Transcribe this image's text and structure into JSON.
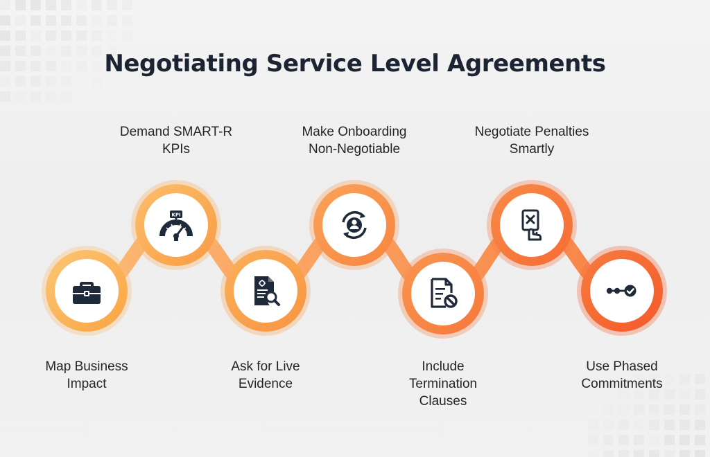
{
  "title": "Negotiating Service Level Agreements",
  "steps": [
    {
      "lines": [
        "Map Business",
        "Impact"
      ],
      "icon": "briefcase-icon"
    },
    {
      "lines": [
        "Demand SMART-R",
        "KPIs"
      ],
      "icon": "kpi-gauge-icon",
      "icon_text": "KPI"
    },
    {
      "lines": [
        "Ask for Live",
        "Evidence"
      ],
      "icon": "document-search-icon"
    },
    {
      "lines": [
        "Make Onboarding",
        "Non-Negotiable"
      ],
      "icon": "user-cycle-icon"
    },
    {
      "lines": [
        "Include",
        "Termination",
        "Clauses"
      ],
      "icon": "document-block-icon"
    },
    {
      "lines": [
        "Negotiate Penalties",
        "Smartly"
      ],
      "icon": "penalty-card-icon"
    },
    {
      "lines": [
        "Use Phased",
        "Commitments"
      ],
      "icon": "phased-progress-icon"
    }
  ],
  "colors": {
    "title": "#1c2433",
    "icon": "#1e2a3a",
    "ring_start": "#fbb254",
    "ring_end": "#f6622a",
    "connector_start": "#fbc27a",
    "connector_end": "#f87a40"
  }
}
